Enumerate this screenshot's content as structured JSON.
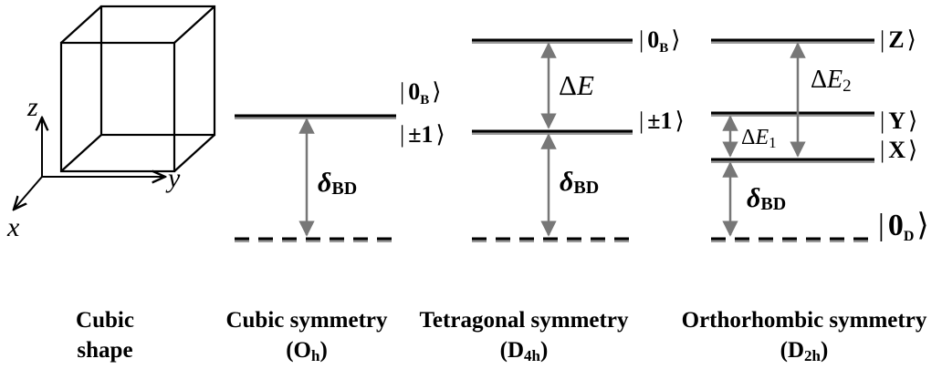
{
  "axes": {
    "x": "x",
    "y": "y",
    "z": "z"
  },
  "states": {
    "zero_b": "0",
    "zero_b_sub": "B",
    "pm_one": "±1",
    "zero_d": "0",
    "zero_d_sub": "D",
    "x_state": "X",
    "y_state": "Y",
    "z_state": "Z"
  },
  "gaps": {
    "delta": "δ",
    "delta_sub": "BD",
    "big_delta": "Δ",
    "e": "E",
    "e1_sub": "1",
    "e2_sub": "2"
  },
  "captions": {
    "cubic_shape_line1": "Cubic",
    "cubic_shape_line2": "shape",
    "oh_line1": "Cubic symmetry",
    "oh_line2": "(O",
    "oh_sub": "h",
    "d4h_line1": "Tetragonal symmetry",
    "d4h_line2": "(D",
    "d4h_sub": "4h",
    "d2h_line1": "Orthorhombic symmetry",
    "d2h_line2": "(D",
    "d2h_sub": "2h",
    "close_paren": ")"
  },
  "colors": {
    "level": "#000000",
    "level_shadow": "#9a9a9a",
    "arrow": "#777777"
  }
}
